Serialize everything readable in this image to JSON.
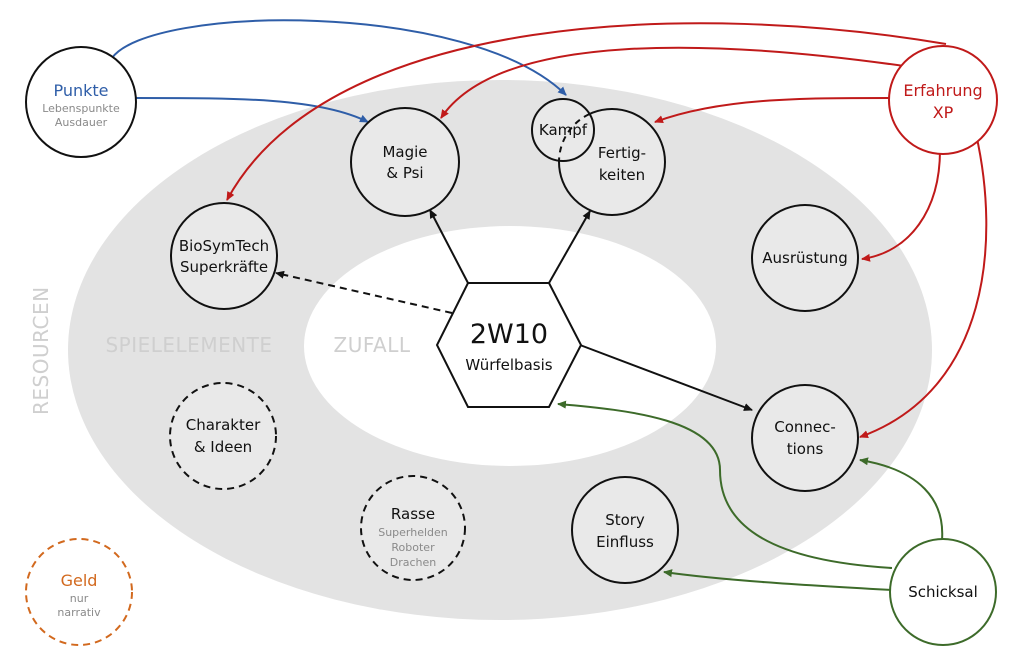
{
  "colors": {
    "black": "#111111",
    "blue": "#2f5ea8",
    "red": "#c01a1a",
    "green": "#3d6b2a",
    "orange": "#d2691e",
    "ring": "#e3e3e3",
    "zone_text": "#cfcfcf",
    "sub_text": "#8a8a8a"
  },
  "zones": {
    "resourcen": "RESOURCEN",
    "spielelemente": "SPIELELEMENTE",
    "zufall": "ZUFALL"
  },
  "center": {
    "title": "2W10",
    "subtitle": "Würfelbasis"
  },
  "nodes": {
    "punkte": {
      "title": "Punkte",
      "sub1": "Lebenspunkte",
      "sub2": "Ausdauer"
    },
    "magie": {
      "line1": "Magie",
      "line2": "& Psi"
    },
    "kampf": {
      "label": "Kampf"
    },
    "fertigkeiten": {
      "line1": "Fertig-",
      "line2": "keiten"
    },
    "erfahrung": {
      "line1": "Erfahrung",
      "line2": "XP"
    },
    "biosymtech": {
      "line1": "BioSymTech",
      "line2": "Superkräfte"
    },
    "ausruestung": {
      "label": "Ausrüstung"
    },
    "connections": {
      "line1": "Connec-",
      "line2": "tions"
    },
    "charakter": {
      "line1": "Charakter",
      "line2": "& Ideen"
    },
    "rasse": {
      "title": "Rasse",
      "sub1": "Superhelden",
      "sub2": "Roboter",
      "sub3": "Drachen"
    },
    "story": {
      "line1": "Story",
      "line2": "Einfluss"
    },
    "schicksal": {
      "label": "Schicksal"
    },
    "geld": {
      "title": "Geld",
      "sub1": "nur",
      "sub2": "narrativ"
    }
  }
}
